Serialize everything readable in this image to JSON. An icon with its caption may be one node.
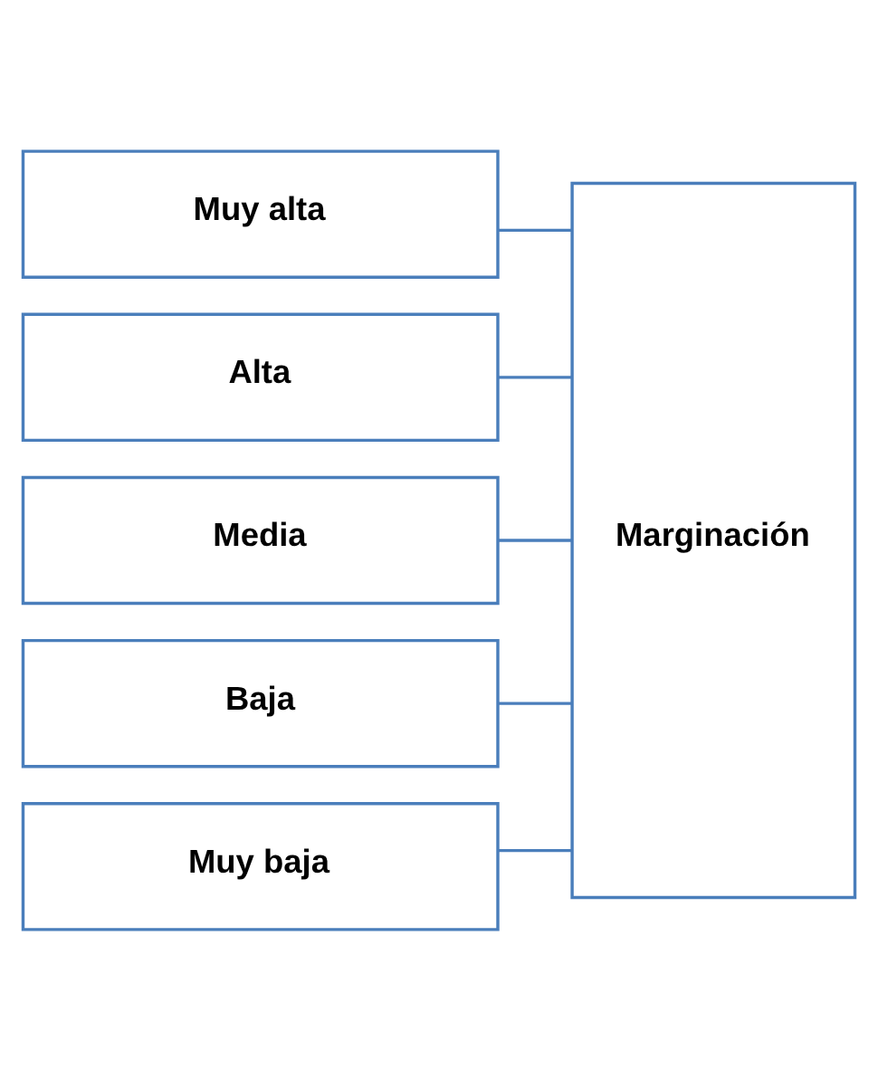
{
  "diagram": {
    "nodes": [
      {
        "text": [
          "Muy alta"
        ]
      },
      {
        "text": [
          "Alta"
        ]
      },
      {
        "text": [
          "Media"
        ]
      },
      {
        "text": [
          "Baja"
        ]
      },
      {
        "text": [
          "Muy baja"
        ]
      },
      {
        "text": [
          "Marginación"
        ]
      }
    ],
    "edges": [
      {
        "from": 0,
        "to": 5,
        "arrow": "none"
      },
      {
        "from": 1,
        "to": 5,
        "arrow": "none"
      },
      {
        "from": 2,
        "to": 5,
        "arrow": "none"
      },
      {
        "from": 3,
        "to": 5,
        "arrow": "none"
      },
      {
        "from": 4,
        "to": 5,
        "arrow": "none"
      }
    ]
  }
}
